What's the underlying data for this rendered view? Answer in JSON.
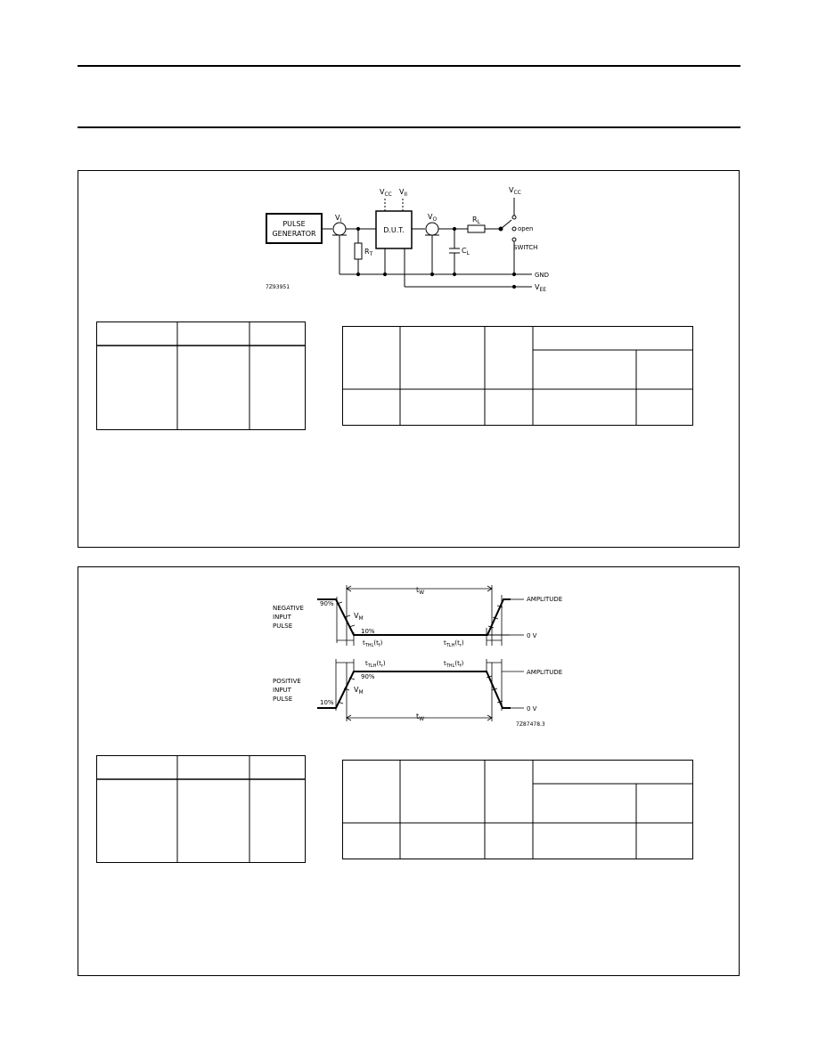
{
  "circuit": {
    "pulse_generator": [
      "PULSE",
      "GENERATOR"
    ],
    "dut": "D.U.T.",
    "vcc": "V",
    "vcc_sub": "CC",
    "vcc_switch": "V",
    "vcc_switch_sub": "CC",
    "vii": "V",
    "vii_sub": "II",
    "vi": "V",
    "vi_sub": "I",
    "vo": "V",
    "vo_sub": "O",
    "rl": "R",
    "rl_sub": "L",
    "rt": "R",
    "rt_sub": "T",
    "cl": "C",
    "cl_sub": "L",
    "open": "open",
    "switch": "SWITCH",
    "gnd": "GND",
    "vee": "V",
    "vee_sub": "EE",
    "figure_code": "7Z93951"
  },
  "waveforms": {
    "negative_label": [
      "NEGATIVE",
      "INPUT",
      "PULSE"
    ],
    "positive_label": [
      "POSITIVE",
      "INPUT",
      "PULSE"
    ],
    "pct90_neg": "90%",
    "pct10_neg": "10%",
    "pct90_pos": "90%",
    "pct10_pos": "10%",
    "vm": "V",
    "vm_sub": "M",
    "tw": "t",
    "tw_sub": "W",
    "tthl_neg": "t",
    "tthl_neg_sub": "THL",
    "tthl_neg_paren": "(t",
    "tthl_neg_paren_sub": "f",
    "ttlh_neg": "t",
    "ttlh_neg_sub": "TLH",
    "ttlh_neg_paren": "(t",
    "ttlh_neg_paren_sub": "r",
    "ttlh_pos": "t",
    "ttlh_pos_sub": "TLH",
    "ttlh_pos_paren": "(t",
    "ttlh_pos_paren_sub": "r",
    "tthl_pos": "t",
    "tthl_pos_sub": "THL",
    "tthl_pos_paren": "(t",
    "tthl_pos_paren_sub": "f",
    "amplitude": "AMPLITUDE",
    "zero_v": "0 V",
    "figure_code": "7Z87478.3"
  }
}
